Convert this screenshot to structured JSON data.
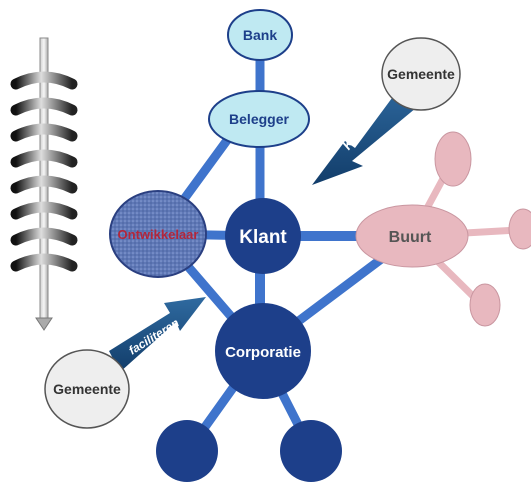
{
  "nodes": {
    "bank": "Bank",
    "belegger": "Belegger",
    "gemeente_top": "Gemeente",
    "ontwikkelaar": "Ontwikkelaar",
    "klant": "Klant",
    "buurt": "Buurt",
    "corporatie": "Corporatie",
    "gemeente_bottom": "Gemeente"
  },
  "arrows": {
    "kaders": "Kaders",
    "faciliteren": "faciliteren"
  },
  "colors": {
    "dark_blue": "#1d3f8a",
    "link_blue": "#3f74cc",
    "light_cyan": "#bfe9f2",
    "pink": "#e8b8bf",
    "gray_node": "#eeeeee",
    "ontwikkelaar_text": "#b3263a"
  }
}
